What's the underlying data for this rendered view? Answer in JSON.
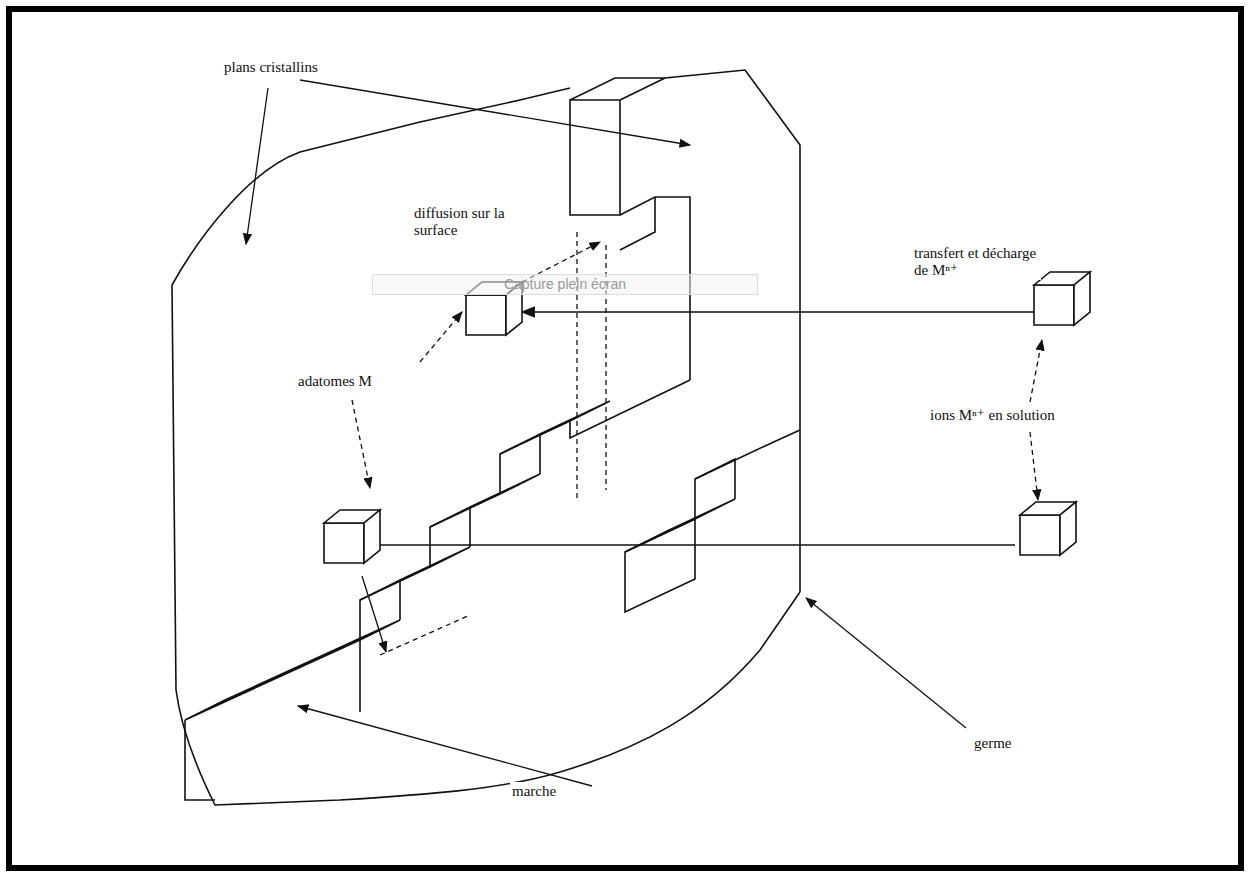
{
  "diagram": {
    "labels": [
      "plans cristallins",
      "diffusion sur la surface",
      "transfert et décharge de Mⁿ⁺",
      "Capture plein écran",
      "adatomes M",
      "ions Mⁿ⁺ en solution",
      "germe",
      "marche"
    ]
  }
}
